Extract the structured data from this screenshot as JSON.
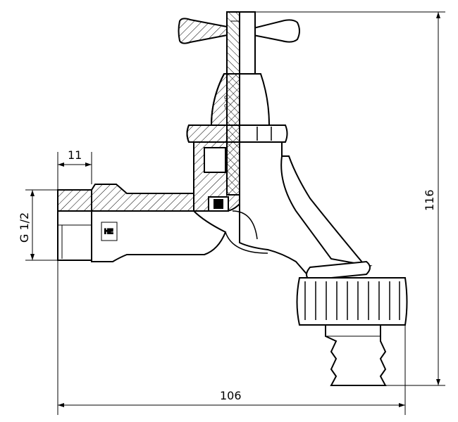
{
  "drawing": {
    "dimensions": {
      "thread_length": "11",
      "thread_size": "G 1/2",
      "total_height": "116",
      "total_width": "106"
    },
    "markings": {
      "stem_mark_1": "g",
      "stem_mark_2": "g",
      "body_stamp": "HE"
    },
    "line_color": "#000000",
    "background": "#ffffff"
  }
}
